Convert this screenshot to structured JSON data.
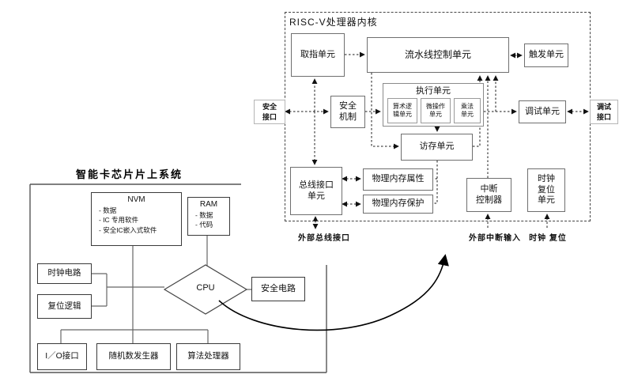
{
  "riscv_core": {
    "title": "RISC-V处理器内核",
    "fetch_unit": "取指单元",
    "pipeline_unit": "流水线控制单元",
    "trigger_unit": "触发单元",
    "security_mech": [
      "安全",
      "机制"
    ],
    "exec_unit": "执行单元",
    "alu": [
      "算术逻",
      "辑单元"
    ],
    "microop": [
      "微操作",
      "单元"
    ],
    "mul": [
      "乘法",
      "单元"
    ],
    "debug_unit": "调试单元",
    "lsu": "访存单元",
    "biu": [
      "总线接口",
      "单元"
    ],
    "pma": "物理内存属性",
    "pmp": "物理内存保护",
    "int_ctrl": [
      "中断",
      "控制器"
    ],
    "clk_rst_unit": [
      "时钟",
      "复位",
      "单元"
    ],
    "security_if": [
      "安全",
      "接口"
    ],
    "debug_if": [
      "调试",
      "接口"
    ],
    "ext_bus_if": "外部总线接口",
    "ext_int_in": "外部中断输入",
    "clk_rst_pins": "时钟 复位"
  },
  "soc": {
    "title": "智能卡芯片片上系统",
    "nvm": {
      "title": "NVM",
      "items": [
        "- 数据",
        "- IC 专用软件",
        "- 安全IC嵌入式软件"
      ]
    },
    "ram": {
      "title": "RAM",
      "items": [
        "- 数据",
        "- 代码"
      ]
    },
    "clock_circuit": "时钟电路",
    "reset_logic": "复位逻辑",
    "cpu": "CPU",
    "security_circuit": "安全电路",
    "io_if": "I／O接口",
    "rng": "随机数发生器",
    "algo_processor": "算法处理器"
  }
}
